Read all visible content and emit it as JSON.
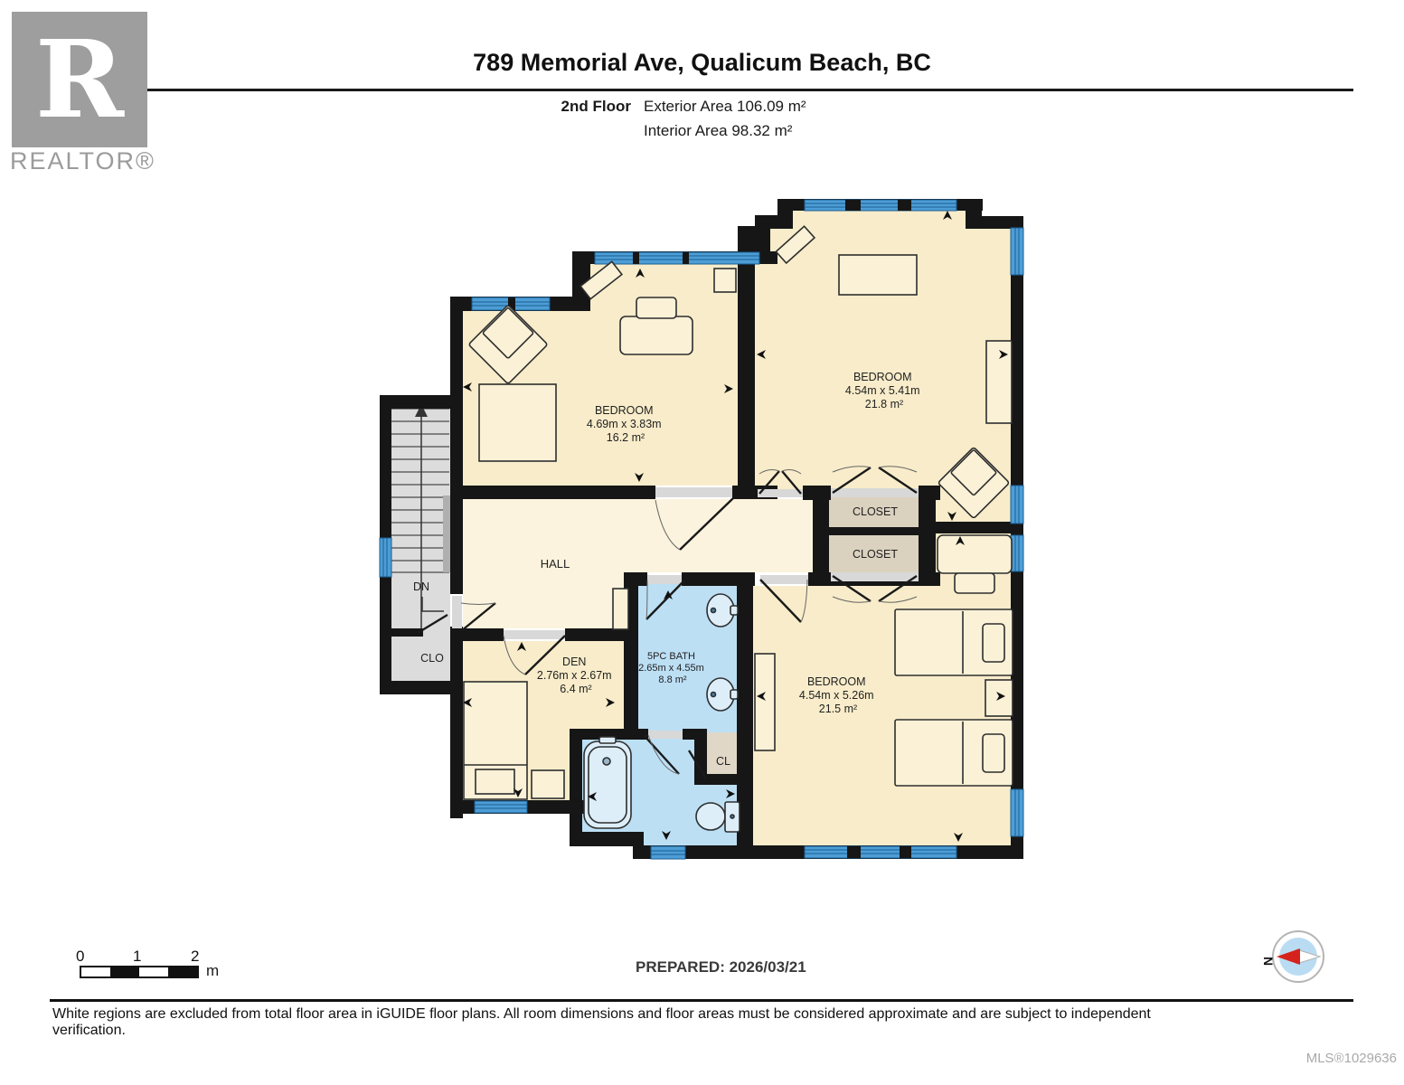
{
  "header": {
    "title": "789 Memorial Ave, Qualicum Beach, BC",
    "floor_label": "2nd Floor",
    "exterior_area": "Exterior Area 106.09 m²",
    "interior_area": "Interior Area 98.32 m²"
  },
  "logo": {
    "letter": "R",
    "brand": "REALTOR®"
  },
  "rooms": {
    "bedroom1": {
      "name": "BEDROOM",
      "dims": "4.69m x 3.83m",
      "area": "16.2 m²"
    },
    "bedroom2": {
      "name": "BEDROOM",
      "dims": "4.54m x 5.41m",
      "area": "21.8 m²"
    },
    "bedroom3": {
      "name": "BEDROOM",
      "dims": "4.54m x 5.26m",
      "area": "21.5 m²"
    },
    "den": {
      "name": "DEN",
      "dims": "2.76m x 2.67m",
      "area": "6.4 m²"
    },
    "bath": {
      "name": "5PC BATH",
      "dims": "2.65m x 4.55m",
      "area": "8.8 m²"
    },
    "hall": {
      "name": "HALL"
    },
    "closet1": {
      "name": "CLOSET"
    },
    "closet2": {
      "name": "CLOSET"
    },
    "clo": {
      "name": "CLO"
    },
    "cl": {
      "name": "CL"
    },
    "stairs_dn": {
      "name": "DN"
    }
  },
  "scale_bar": {
    "tick0": "0",
    "tick1": "1",
    "tick2": "2",
    "unit": "m"
  },
  "compass": {
    "label": "N"
  },
  "footer": {
    "prepared": "PREPARED: 2026/03/21",
    "disclaimer": "White regions are excluded from total floor area in iGUIDE floor plans. All room dimensions and floor areas must be considered approximate and are subject to independent verification.",
    "mls": "MLS®1029636"
  },
  "colors": {
    "wall": "#161616",
    "room_floor": "#F8ECCA",
    "hall_floor": "#FBF3DD",
    "bath_floor": "#BCDFF4",
    "closet_floor": "#DBD1BF",
    "small_closet_floor": "#E0D7C6",
    "stairs_floor": "#DCDCDC",
    "window": "#4D9DD6",
    "door_sill": "#D8D8D8",
    "compass_red": "#D6221C",
    "compass_blue": "#B9DCF2"
  }
}
